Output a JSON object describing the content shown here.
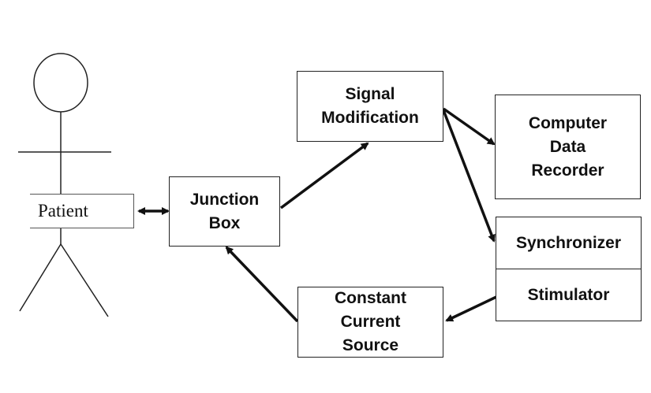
{
  "patient": {
    "label": "Patient"
  },
  "nodes": {
    "junction_box": "Junction\nBox",
    "signal_modification": "Signal\nModification",
    "computer_data_recorder": "Computer\nData\nRecorder",
    "synchronizer": "Synchronizer",
    "stimulator": "Stimulator",
    "constant_current_source": "Constant\nCurrent\nSource"
  },
  "edges": [
    {
      "from": "patient",
      "to": "junction_box",
      "bidirectional": true
    },
    {
      "from": "junction_box",
      "to": "signal_modification"
    },
    {
      "from": "signal_modification",
      "to": "computer_data_recorder"
    },
    {
      "from": "signal_modification",
      "to": "synchronizer"
    },
    {
      "from": "stimulator",
      "to": "constant_current_source"
    },
    {
      "from": "constant_current_source",
      "to": "junction_box"
    }
  ]
}
